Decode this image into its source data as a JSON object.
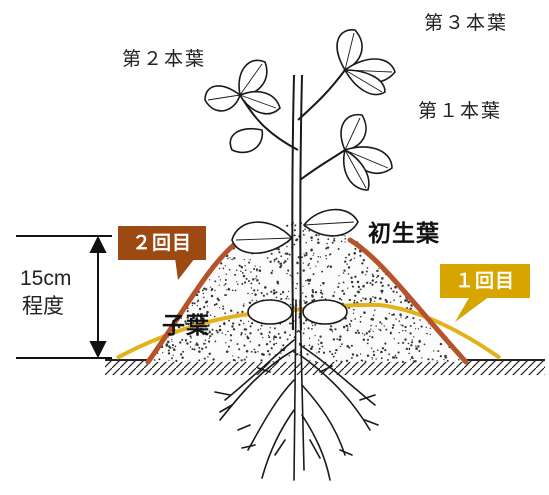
{
  "labels": {
    "leaf3": "第３本葉",
    "leaf2": "第２本葉",
    "leaf1": "第１本葉",
    "primary_leaf": "初生葉",
    "cotyledon": "子葉"
  },
  "height": {
    "value": "15cm",
    "qualifier": "程度"
  },
  "hilling": {
    "first": {
      "label": "１回目",
      "color": "#d8a400"
    },
    "second": {
      "label": "２回目",
      "color": "#9c4a12"
    }
  },
  "colors": {
    "stroke": "#1a1a1a",
    "soil_dots": "#333333",
    "first_line": "#e3b21a",
    "second_line": "#b5532a"
  }
}
